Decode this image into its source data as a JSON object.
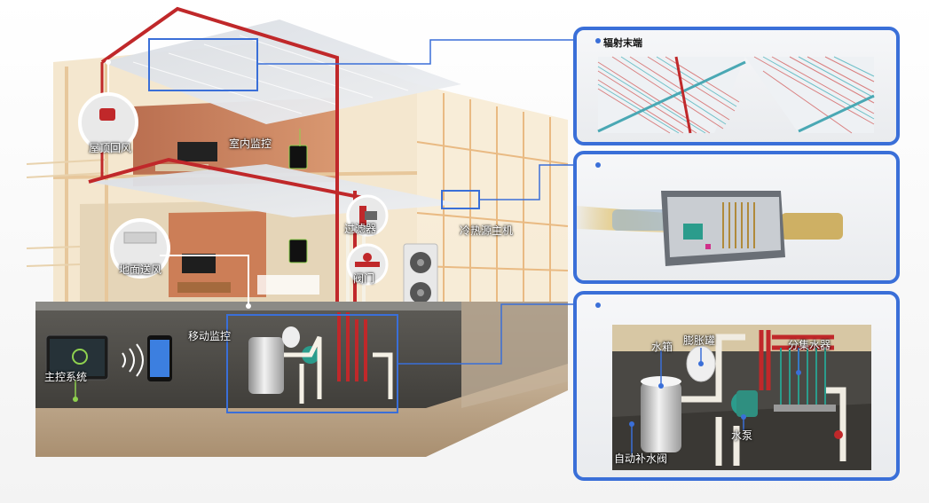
{
  "callouts": {
    "roof_return": "屋顶回风",
    "indoor_monitor": "室内监控",
    "floor_supply": "地面送风",
    "filter": "过滤器",
    "valve": "阀门",
    "heat_source": "冷热源主机",
    "mobile_monitor": "移动监控",
    "main_control": "主控系统"
  },
  "panels": {
    "radiant": {
      "title": "辐射末端"
    },
    "plant": {
      "tank": "水箱",
      "expansion": "膨胀罐",
      "manifold": "分集水器",
      "pump": "水泵",
      "auto_fill": "自动补水阀"
    }
  },
  "colors": {
    "frame_blue": "#3a6fd8",
    "pipe_red": "#c0282a",
    "pipe_white": "#f0ece2",
    "accent_green": "#8fd14f"
  }
}
